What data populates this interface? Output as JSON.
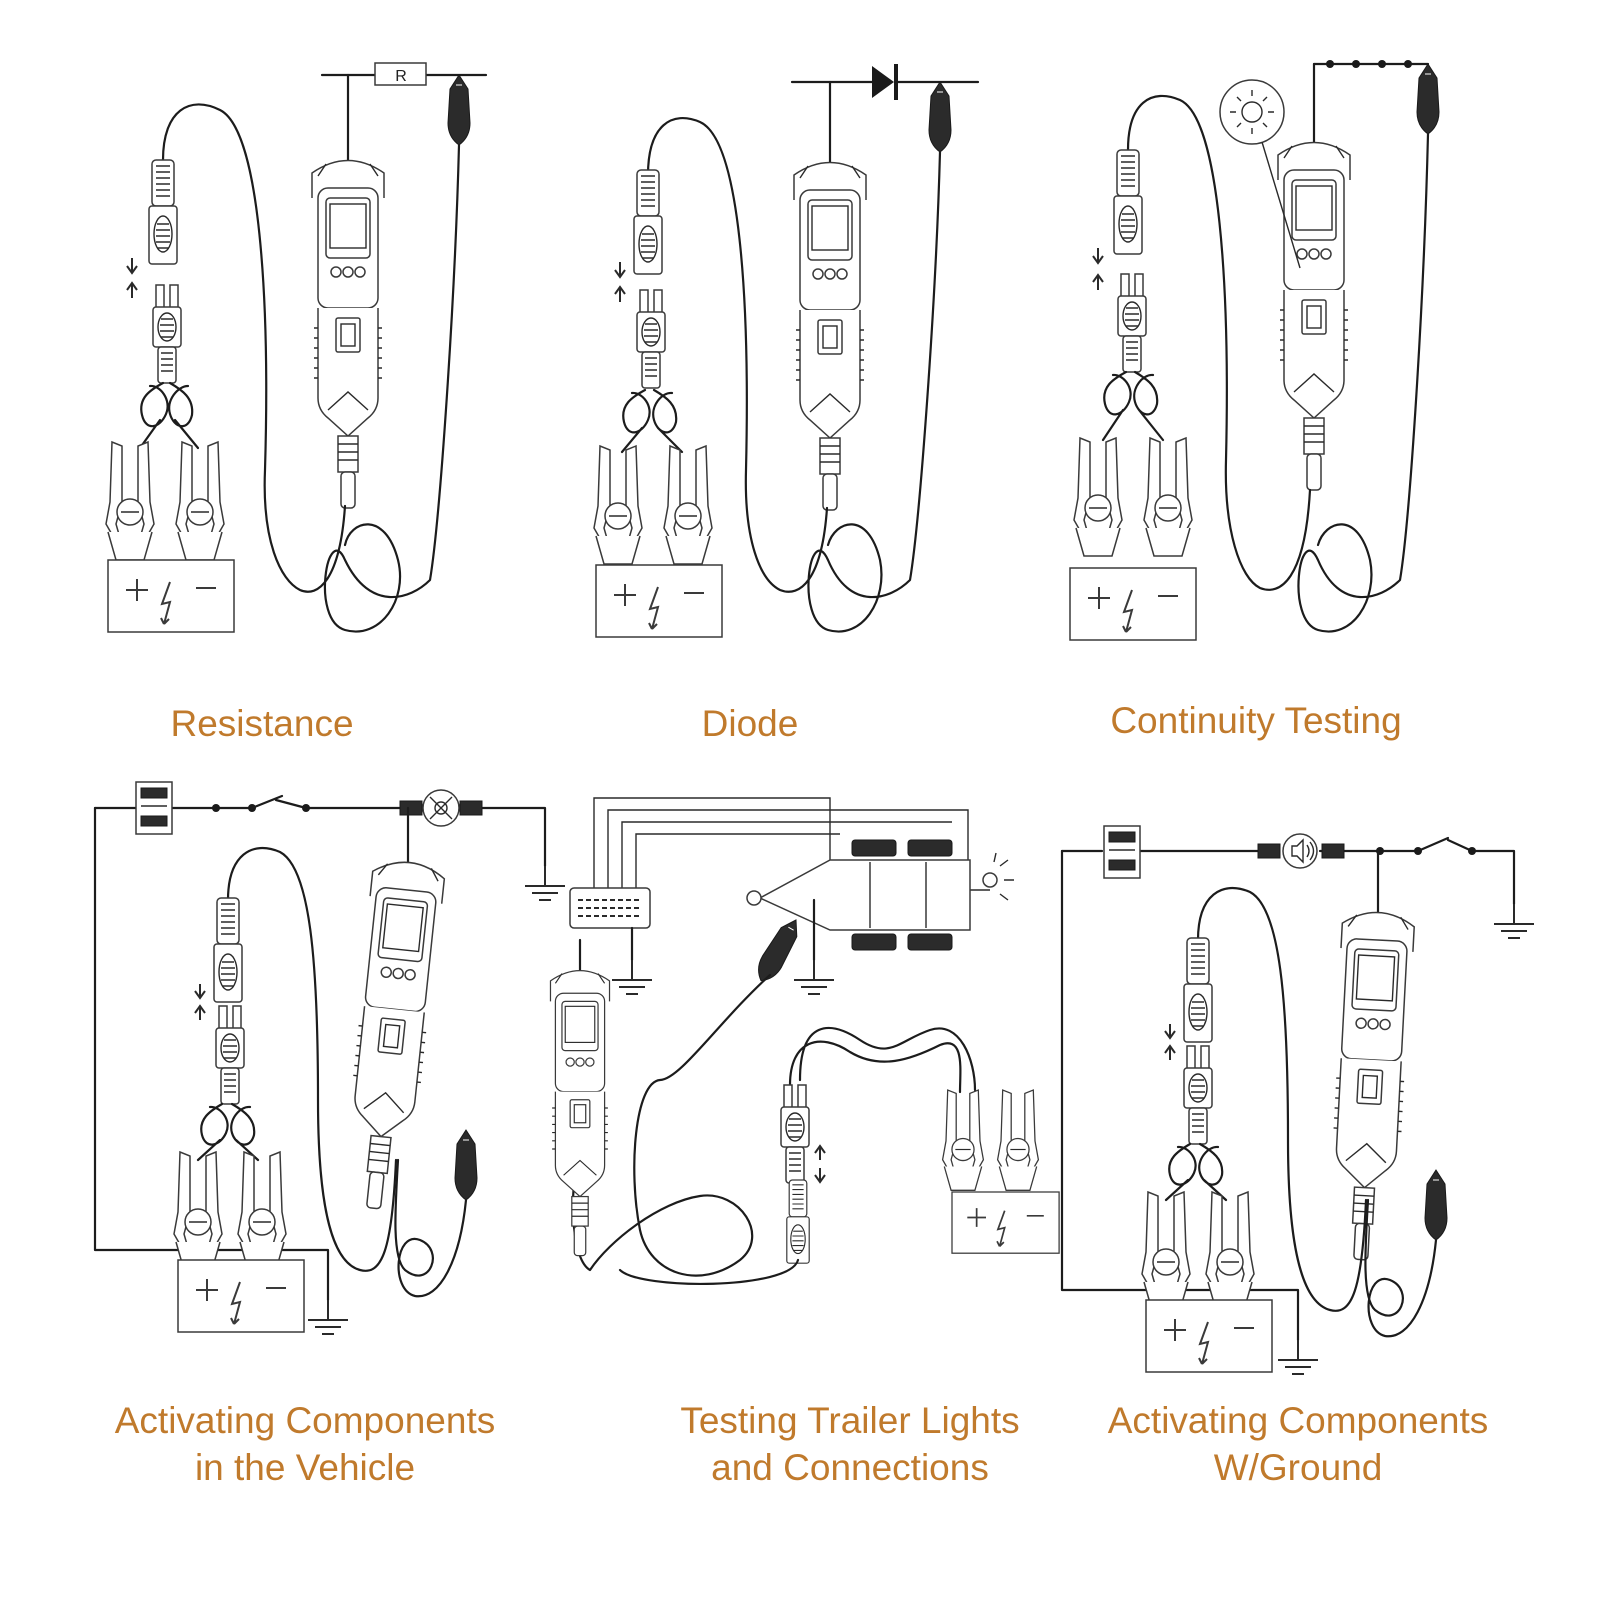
{
  "captions": {
    "resistance": "Resistance",
    "diode": "Diode",
    "continuity": "Continuity Testing",
    "activating_line1": "Activating Components",
    "activating_line2": "in the Vehicle",
    "trailer_line1": "Testing Trailer Lights",
    "trailer_line2": "and Connections",
    "ground_line1": "Activating Components",
    "ground_line2": "W/Ground"
  },
  "resistor_label": "R",
  "colors": {
    "caption": "#c07a2c",
    "line": "#1c1c1c"
  },
  "icons": [
    "power-probe-tester",
    "battery",
    "alligator-clip",
    "battery-clamp",
    "resistor",
    "diode",
    "light-bulb",
    "speaker",
    "switch",
    "ground-symbol",
    "fuse-box",
    "trailer",
    "lamp"
  ]
}
